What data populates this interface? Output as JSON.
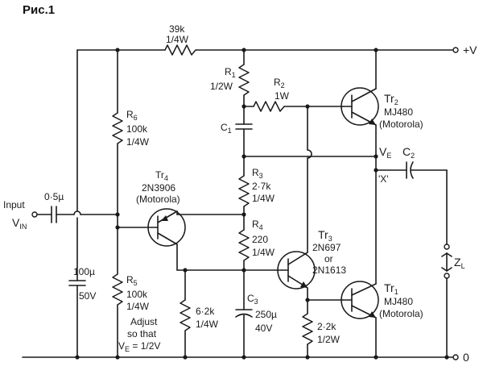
{
  "title": "Рис.1",
  "rails": {
    "positive": "+V",
    "ground": "0"
  },
  "input": {
    "line1": "Input",
    "line2_main": "V",
    "line2_sub": "IN"
  },
  "components": {
    "R_top": {
      "value": "39k",
      "power": "1/4W"
    },
    "R1": {
      "name": "R",
      "sub": "1",
      "power": "1/2W"
    },
    "R2": {
      "name": "R",
      "sub": "2",
      "power": "1W"
    },
    "R3": {
      "name": "R",
      "sub": "3",
      "value": "2·7k",
      "power": "1/4W"
    },
    "R4": {
      "name": "R",
      "sub": "4",
      "value": "220",
      "power": "1/4W"
    },
    "R5": {
      "name": "R",
      "sub": "5",
      "value": "100k",
      "power": "1/4W"
    },
    "R6": {
      "name": "R",
      "sub": "6",
      "value": "100k",
      "power": "1/4W"
    },
    "R_6k2": {
      "value": "6·2k",
      "power": "1/4W"
    },
    "R_2k2": {
      "value": "2·2k",
      "power": "1/2W"
    },
    "C1": {
      "name": "C",
      "sub": "1"
    },
    "C2": {
      "name": "C",
      "sub": "2"
    },
    "C3": {
      "name": "C",
      "sub": "3",
      "value": "250µ",
      "voltage": "40V"
    },
    "C_in": {
      "value": "0·5µ"
    },
    "C_100": {
      "value": "100µ",
      "voltage": "50V"
    },
    "Tr1": {
      "name": "Tr",
      "sub": "1",
      "part": "MJ480",
      "maker": "(Motorola)"
    },
    "Tr2": {
      "name": "Tr",
      "sub": "2",
      "part": "MJ480",
      "maker": "(Motorola)"
    },
    "Tr3": {
      "name": "Tr",
      "sub": "3",
      "part": "2N697",
      "or": "or",
      "alt": "2N1613"
    },
    "Tr4": {
      "name": "Tr",
      "sub": "4",
      "part": "2N3906",
      "maker": "(Motorola)"
    }
  },
  "nodes": {
    "ve_main": "V",
    "ve_sub": "E",
    "x_label": "'X'"
  },
  "load": {
    "main": "Z",
    "sub": "L"
  },
  "adjust_note": {
    "line1": "Adjust",
    "line2": "so that",
    "line3": "V",
    "line3_sub": "E",
    "line3_rest": " = 1/2V"
  }
}
